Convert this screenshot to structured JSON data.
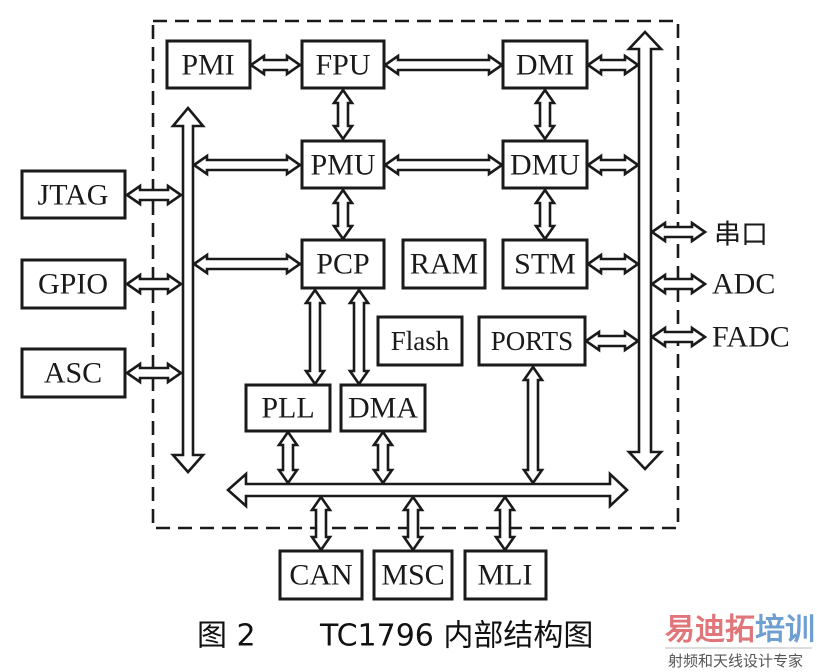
{
  "diagram": {
    "title": "TC1796 internal structure block diagram",
    "internal_blocks": {
      "pmi": "PMI",
      "fpu": "FPU",
      "dmi": "DMI",
      "pmu": "PMU",
      "dmu": "DMU",
      "pcp": "PCP",
      "ram": "RAM",
      "stm": "STM",
      "flash": "Flash",
      "ports": "PORTS",
      "pll": "PLL",
      "dma": "DMA"
    },
    "external_left": {
      "jtag": "JTAG",
      "gpio": "GPIO",
      "asc": "ASC"
    },
    "external_bottom": {
      "can": "CAN",
      "msc": "MSC",
      "mli": "MLI"
    },
    "external_right": {
      "serial": "串口",
      "adc": "ADC",
      "fadc": "FADC"
    },
    "connections": [
      [
        "PMI",
        "FPU"
      ],
      [
        "FPU",
        "DMI"
      ],
      [
        "FPU",
        "PMU"
      ],
      [
        "DMI",
        "DMU"
      ],
      [
        "PMU",
        "DMU"
      ],
      [
        "PMU",
        "PCP"
      ],
      [
        "DMU",
        "STM"
      ],
      [
        "PCP",
        "PLL"
      ],
      [
        "PCP",
        "DMA"
      ],
      [
        "PLL",
        "bottom-bus"
      ],
      [
        "DMA",
        "bottom-bus"
      ],
      [
        "PORTS",
        "bottom-bus"
      ],
      [
        "PORTS",
        "right-bus"
      ],
      [
        "DMI",
        "right-bus"
      ],
      [
        "DMU",
        "right-bus"
      ],
      [
        "STM",
        "right-bus"
      ],
      [
        "left-bus",
        "PMU"
      ],
      [
        "left-bus",
        "PCP"
      ],
      [
        "JTAG",
        "left-bus"
      ],
      [
        "GPIO",
        "left-bus"
      ],
      [
        "ASC",
        "left-bus"
      ],
      [
        "bottom-bus",
        "CAN"
      ],
      [
        "bottom-bus",
        "MSC"
      ],
      [
        "bottom-bus",
        "MLI"
      ],
      [
        "right-bus",
        "串口"
      ],
      [
        "right-bus",
        "ADC"
      ],
      [
        "right-bus",
        "FADC"
      ]
    ]
  },
  "caption": {
    "figure_number": "图 2",
    "text": "TC1796 内部结构图"
  },
  "watermark": {
    "brand_part1": "易迪拓",
    "brand_part2": "培训",
    "tagline": "射频和天线设计专家",
    "color_red": "#e0767a",
    "color_blue": "#6f9fd0"
  }
}
